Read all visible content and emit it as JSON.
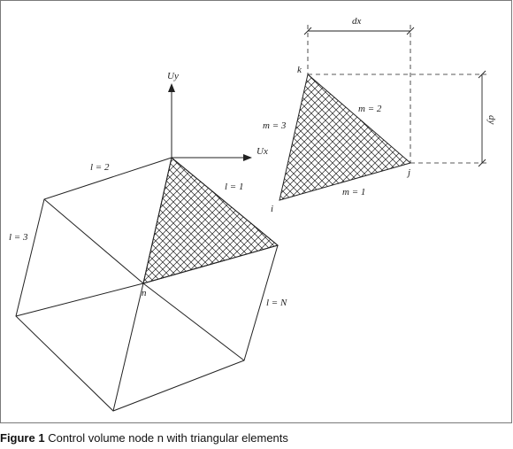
{
  "labels": {
    "uy": "Uy",
    "ux": "Ux",
    "l2": "l = 2",
    "l1": "l = 1",
    "l3": "l = 3",
    "lN": "l = N",
    "n": "n",
    "dx": "dx",
    "dy": "dy",
    "k": "k",
    "i": "i",
    "j": "j",
    "m3": "m = 3",
    "m2": "m = 2",
    "m1": "m = 1"
  },
  "caption": {
    "number": "Figure 1",
    "text": "Control volume node n with triangular elements"
  },
  "colors": {
    "ink": "#222222",
    "frame": "#7a7a7a"
  }
}
